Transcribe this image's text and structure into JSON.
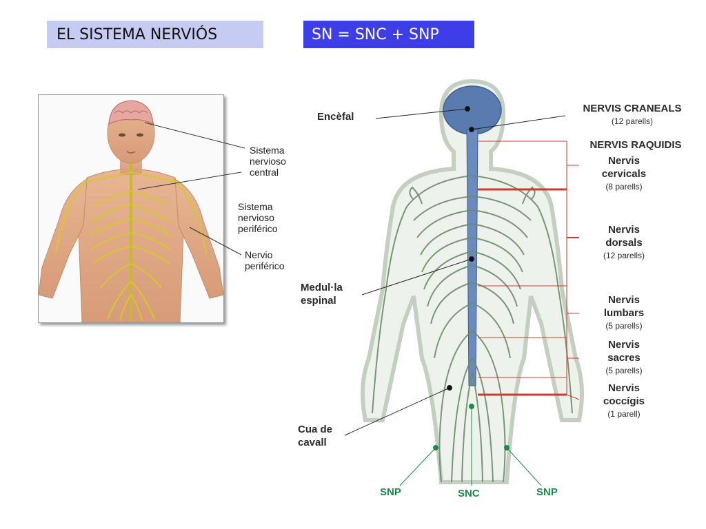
{
  "header": {
    "title": "EL SISTEMA NERVIÓS",
    "formula": "SN = SNC + SNP"
  },
  "left_figure": {
    "labels": {
      "snc": [
        "Sistema",
        "nervioso",
        "central"
      ],
      "snp": [
        "Sistema",
        "nervioso",
        "periférico"
      ],
      "nervio": [
        "Nervio",
        "periférico"
      ]
    }
  },
  "right_figure": {
    "encefal": "Encèfal",
    "nervis_craneals": "NERVIS CRANEALS",
    "nervis_craneals_sub": "(12 parells)",
    "nervis_raquidis": "NERVIS RAQUIDIS",
    "cervicals": [
      "Nervis",
      "cervicals"
    ],
    "cervicals_sub": "(8 parells)",
    "dorsals": [
      "Nervis",
      "dorsals"
    ],
    "dorsals_sub": "(12 parells)",
    "lumbars": [
      "Nervis",
      "lumbars"
    ],
    "lumbars_sub": "(5 parells)",
    "sacres": [
      "Nervis",
      "sacres"
    ],
    "sacres_sub": "(5 parells)",
    "coccigis": [
      "Nervis",
      "coccígis"
    ],
    "coccigis_sub": "(1 parell)",
    "medulla": [
      "Medul·la",
      "espinal"
    ],
    "cua": [
      "Cua de",
      "cavall"
    ],
    "snp_left": "SNP",
    "snc": "SNC",
    "snp_right": "SNP"
  },
  "colors": {
    "title1_bg": "#c6cbf2",
    "title2_bg": "#3e3ee8",
    "nerve_green": "#6d8a6a",
    "spine_blue": "#5a7bb0",
    "bracket_red": "#d03a2a",
    "snp_green": "#1a8a4a"
  }
}
